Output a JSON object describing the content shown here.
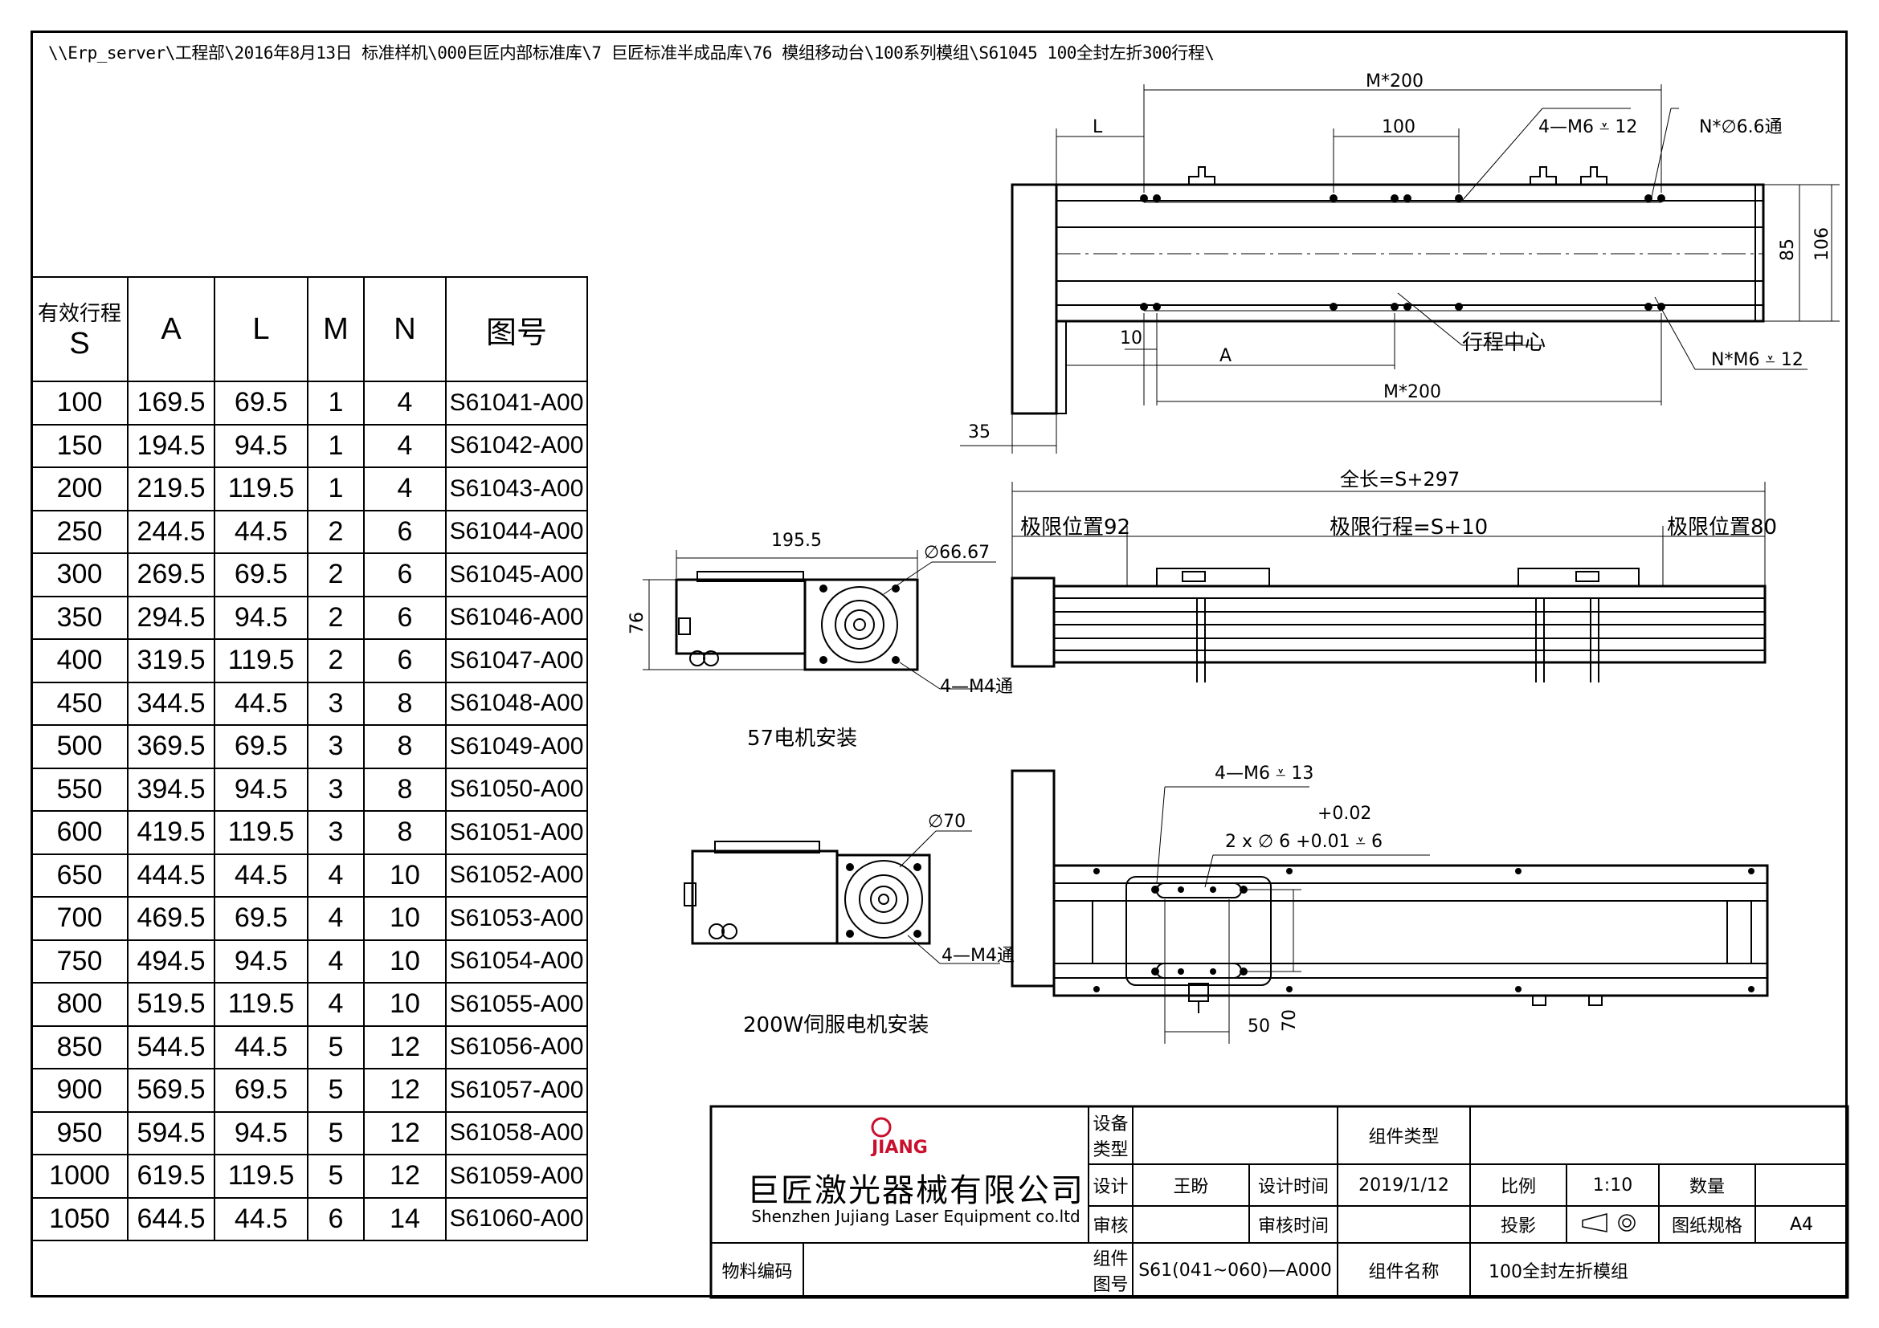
{
  "path": "\\\\Erp_server\\工程部\\2016年8月13日 标准样机\\000巨匠内部标准库\\7 巨匠标准半成品库\\76 模组移动台\\100系列模组\\S61045 100全封左折300行程\\",
  "table": {
    "headers": {
      "s_top": "有效行程",
      "s_bottom": "S",
      "a": "A",
      "l": "L",
      "m": "M",
      "n": "N",
      "fig": "图号"
    },
    "rows": [
      [
        "100",
        "169.5",
        "69.5",
        "1",
        "4",
        "S61041-A00"
      ],
      [
        "150",
        "194.5",
        "94.5",
        "1",
        "4",
        "S61042-A00"
      ],
      [
        "200",
        "219.5",
        "119.5",
        "1",
        "4",
        "S61043-A00"
      ],
      [
        "250",
        "244.5",
        "44.5",
        "2",
        "6",
        "S61044-A00"
      ],
      [
        "300",
        "269.5",
        "69.5",
        "2",
        "6",
        "S61045-A00"
      ],
      [
        "350",
        "294.5",
        "94.5",
        "2",
        "6",
        "S61046-A00"
      ],
      [
        "400",
        "319.5",
        "119.5",
        "2",
        "6",
        "S61047-A00"
      ],
      [
        "450",
        "344.5",
        "44.5",
        "3",
        "8",
        "S61048-A00"
      ],
      [
        "500",
        "369.5",
        "69.5",
        "3",
        "8",
        "S61049-A00"
      ],
      [
        "550",
        "394.5",
        "94.5",
        "3",
        "8",
        "S61050-A00"
      ],
      [
        "600",
        "419.5",
        "119.5",
        "3",
        "8",
        "S61051-A00"
      ],
      [
        "650",
        "444.5",
        "44.5",
        "4",
        "10",
        "S61052-A00"
      ],
      [
        "700",
        "469.5",
        "69.5",
        "4",
        "10",
        "S61053-A00"
      ],
      [
        "750",
        "494.5",
        "94.5",
        "4",
        "10",
        "S61054-A00"
      ],
      [
        "800",
        "519.5",
        "119.5",
        "4",
        "10",
        "S61055-A00"
      ],
      [
        "850",
        "544.5",
        "44.5",
        "5",
        "12",
        "S61056-A00"
      ],
      [
        "900",
        "569.5",
        "69.5",
        "5",
        "12",
        "S61057-A00"
      ],
      [
        "950",
        "594.5",
        "94.5",
        "5",
        "12",
        "S61058-A00"
      ],
      [
        "1000",
        "619.5",
        "119.5",
        "5",
        "12",
        "S61059-A00"
      ],
      [
        "1050",
        "644.5",
        "44.5",
        "6",
        "14",
        "S61060-A00"
      ]
    ]
  },
  "dims": {
    "top": {
      "m200_top": "M*200",
      "l": "L",
      "d100": "100",
      "holes_top": "4—M6 ⩡ 12",
      "n_holes": "N*∅6.6通",
      "h85": "85",
      "h106": "106",
      "d10": "10",
      "a": "A",
      "m200_bottom": "M*200",
      "center": "行程中心",
      "n_m6": "N*M6 ⩡ 12",
      "d35": "35"
    },
    "side": {
      "total": "全长=S+297",
      "limit_left": "极限位置92",
      "limit_travel": "极限行程=S+10",
      "limit_right": "极限位置80"
    },
    "motor57": {
      "w": "195.5",
      "dia": "∅66.67",
      "h": "76",
      "holes": "4—M4通",
      "caption": "57电机安装"
    },
    "servo": {
      "dia": "∅70",
      "holes": "4—M4通",
      "caption": "200W伺服电机安装"
    },
    "bottom": {
      "holes": "4—M6 ⩡ 13",
      "tol_up": "+0.02",
      "pin": "2 x ∅ 6 +0.01 ⩡ 6",
      "d50": "50",
      "d70": "70"
    }
  },
  "title_block": {
    "company_cn": "巨匠激光器械有限公司",
    "company_en": "Shenzhen Jujiang Laser Equipment co.ltd",
    "logo_text": "JIANG",
    "device_type_label": "设备类型",
    "group_type_label": "组件类型",
    "design_label": "设计",
    "designer": "王盼",
    "design_time_label": "设计时间",
    "design_time": "2019/1/12",
    "scale_label": "比例",
    "scale": "1:10",
    "qty_label": "数量",
    "review_label": "审核",
    "review_time_label": "审核时间",
    "projection_label": "投影",
    "paper_label": "图纸规格",
    "paper": "A4",
    "material_label": "物料编码",
    "part_no_label": "组件图号",
    "part_no": "S61(041~060)—A000",
    "part_name_label": "组件名称",
    "part_name": "100全封左折模组"
  }
}
